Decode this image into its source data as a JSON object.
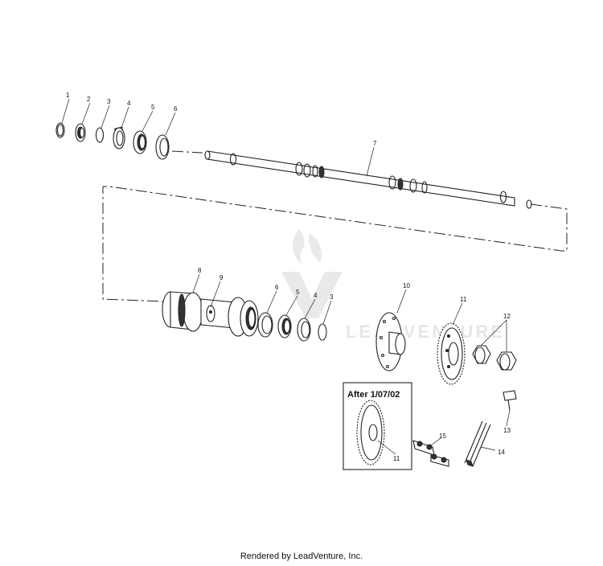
{
  "callouts": {
    "c1": "1",
    "c2": "2",
    "c3": "3",
    "c4": "4",
    "c5": "5",
    "c6": "6",
    "c7": "7",
    "c8": "8",
    "c9": "9",
    "c6b": "6",
    "c5b": "5",
    "c4b": "4",
    "c3b": "3",
    "c10": "10",
    "c11": "11",
    "c12": "12",
    "c13": "13",
    "c14": "14",
    "c15": "15",
    "c11b": "11"
  },
  "inset": {
    "title": "After 1/07/02"
  },
  "watermark": {
    "text": "LEADVENTURE"
  },
  "footer": {
    "text": "Rendered by LeadVenture, Inc."
  }
}
